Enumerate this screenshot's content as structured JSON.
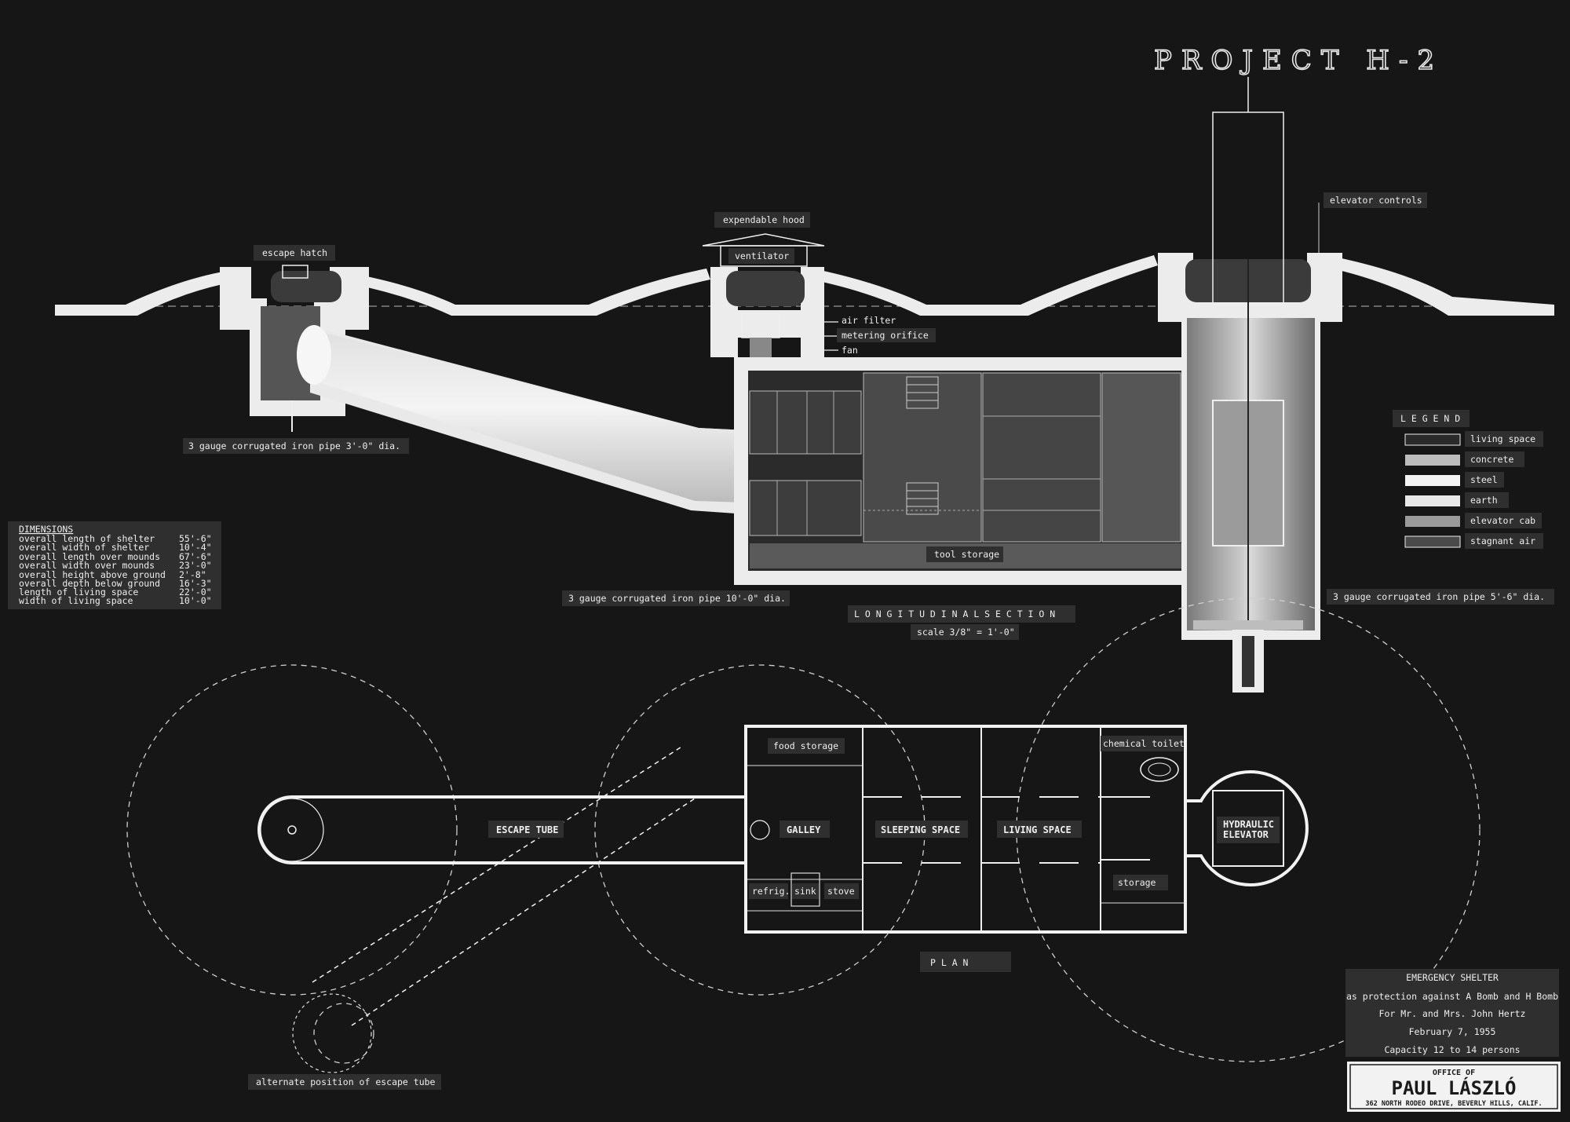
{
  "title": "PROJECT H-2",
  "section_labels": {
    "escape_hatch": "escape hatch",
    "expendable_hood": "expendable hood",
    "ventilator": "ventilator",
    "air_filter": "air filter",
    "metering_orifice": "metering orifice",
    "fan": "fan",
    "elevator_controls": "elevator controls",
    "pipe_small": "3 gauge corrugated iron pipe  3'-0\" dia.",
    "pipe_large": "3 gauge corrugated iron pipe 10'-0\" dia.",
    "pipe_elevator": "3 gauge corrugated iron pipe  5'-6\" dia.",
    "tool_storage": "tool storage",
    "section_title": "L O N G I T U D I N A L   S E C T I O N",
    "section_scale": "scale 3/8\" = 1'-0\""
  },
  "dimensions": {
    "heading": "DIMENSIONS",
    "rows": [
      {
        "label": "overall length of shelter",
        "value": "55'-6\""
      },
      {
        "label": "overall width  of shelter",
        "value": "10'-4\""
      },
      {
        "label": "overall length over mounds",
        "value": "67'-6\""
      },
      {
        "label": "overall width  over mounds",
        "value": "23'-0\""
      },
      {
        "label": "overall height above ground",
        "value": "2'-8\""
      },
      {
        "label": "overall depth  below ground",
        "value": "16'-3\""
      },
      {
        "label": "length of living space",
        "value": "22'-0\""
      },
      {
        "label": "width of  living space",
        "value": "10'-0\""
      }
    ]
  },
  "legend": {
    "heading": "L E G E N D",
    "items": [
      {
        "label": "living space",
        "swatch": "#2a2a2a"
      },
      {
        "label": "concrete",
        "swatch": "#bdbdbd"
      },
      {
        "label": "steel",
        "swatch": "#f4f4f4"
      },
      {
        "label": "earth",
        "swatch": "#e8e8e8"
      },
      {
        "label": "elevator cab",
        "swatch": "#9a9a9a"
      },
      {
        "label": "stagnant air",
        "swatch": "#4a4a4a"
      }
    ]
  },
  "plan_labels": {
    "food_storage": "food storage",
    "chemical_toilet": "chemical toilet",
    "escape_tube": "ESCAPE TUBE",
    "galley": "GALLEY",
    "sleeping_space": "SLEEPING SPACE",
    "living_space": "LIVING SPACE",
    "hydraulic_elevator_1": "HYDRAULIC",
    "hydraulic_elevator_2": "ELEVATOR",
    "refrig": "refrig.",
    "sink": "sink",
    "stove": "stove",
    "storage": "storage",
    "plan_title": "P L A N",
    "alternate_position": "alternate position of escape tube"
  },
  "title_block": {
    "line1": "EMERGENCY SHELTER",
    "line2": "as protection against A Bomb and H Bomb",
    "line3": "For Mr. and Mrs. John Hertz",
    "line4": "February 7, 1955",
    "line5": "Capacity 12 to 14 persons"
  },
  "office": {
    "small": "OFFICE OF",
    "name": "PAUL LÁSZLÓ",
    "address": "362 NORTH RODEO DRIVE, BEVERLY HILLS, CALIF."
  },
  "colors": {
    "background": "#161616",
    "line": "#f0f0f0",
    "label_bg": "#2f2f2f"
  }
}
